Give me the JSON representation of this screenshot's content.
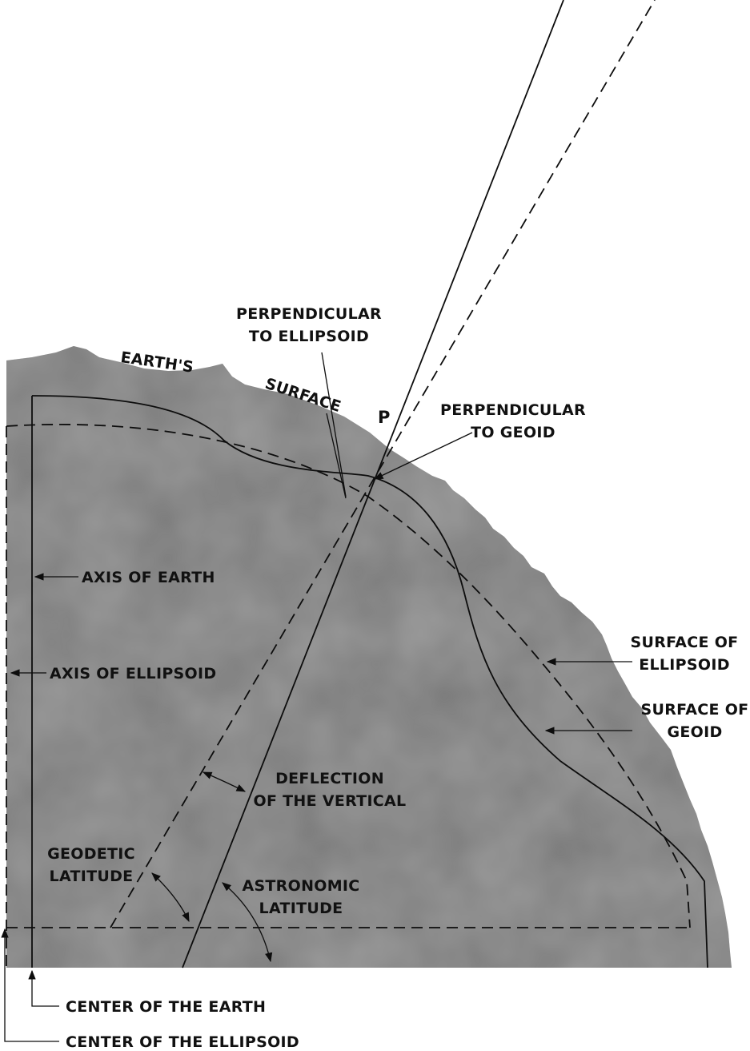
{
  "labels": {
    "earths": "EARTH'S",
    "surface": "SURFACE",
    "perp_ellipsoid_1": "PERPENDICULAR",
    "perp_ellipsoid_2": "TO ELLIPSOID",
    "point_p": "P",
    "perp_geoid_1": "PERPENDICULAR",
    "perp_geoid_2": "TO GEOID",
    "axis_earth": "AXIS OF EARTH",
    "axis_ellipsoid": "AXIS OF ELLIPSOID",
    "surface_ellipsoid_1": "SURFACE OF",
    "surface_ellipsoid_2": "ELLIPSOID",
    "surface_geoid_1": "SURFACE OF",
    "surface_geoid_2": "GEOID",
    "deflection_1": "DEFLECTION",
    "deflection_2": "OF THE VERTICAL",
    "geodetic_1": "GEODETIC",
    "geodetic_2": "LATITUDE",
    "astronomic_1": "ASTRONOMIC",
    "astronomic_2": "LATITUDE",
    "center_earth": "CENTER OF THE EARTH",
    "center_ellipsoid": "CENTER OF THE ELLIPSOID"
  },
  "colors": {
    "earth_fill": "#7a7a7a",
    "line": "#0d0d0d",
    "background": "#ffffff"
  }
}
